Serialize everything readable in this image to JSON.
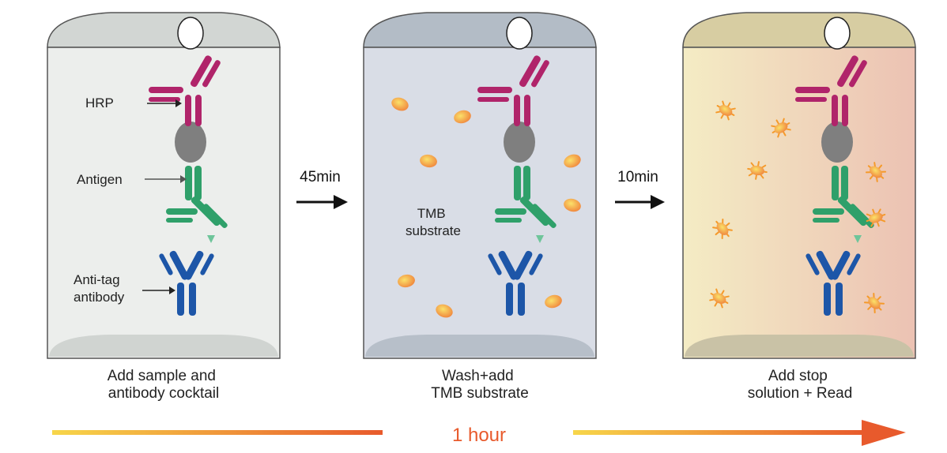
{
  "panels": [
    {
      "caption_lines": [
        "Add sample and",
        "antibody cocktail"
      ],
      "annotations": [
        {
          "lines": [
            "HRP"
          ]
        },
        {
          "lines": [
            "Antigen"
          ]
        },
        {
          "lines": [
            "Anti-tag",
            "antibody"
          ]
        }
      ]
    },
    {
      "caption_lines": [
        "Wash+add",
        "TMB substrate"
      ],
      "annotations": [
        {
          "lines": [
            "TMB",
            "substrate"
          ]
        }
      ]
    },
    {
      "caption_lines": [
        "Add stop",
        "solution + Read"
      ],
      "annotations": []
    }
  ],
  "steps": [
    {
      "time": "45min"
    },
    {
      "time": "10min"
    }
  ],
  "timeline": {
    "label": "1 hour",
    "color_start": "#f7d64a",
    "color_end": "#e85a2c"
  },
  "colors": {
    "hrp_antibody": "#b0246a",
    "capture_antibody": "#2fa06a",
    "anti_tag_antibody": "#1d56a8",
    "antigen": "#7f7f7f",
    "tmb_substrate": "#f1a13a",
    "tube_outline": "#555555"
  },
  "icons": {
    "substrate_particle": "oval-particle",
    "product_particle": "burst-particle"
  }
}
